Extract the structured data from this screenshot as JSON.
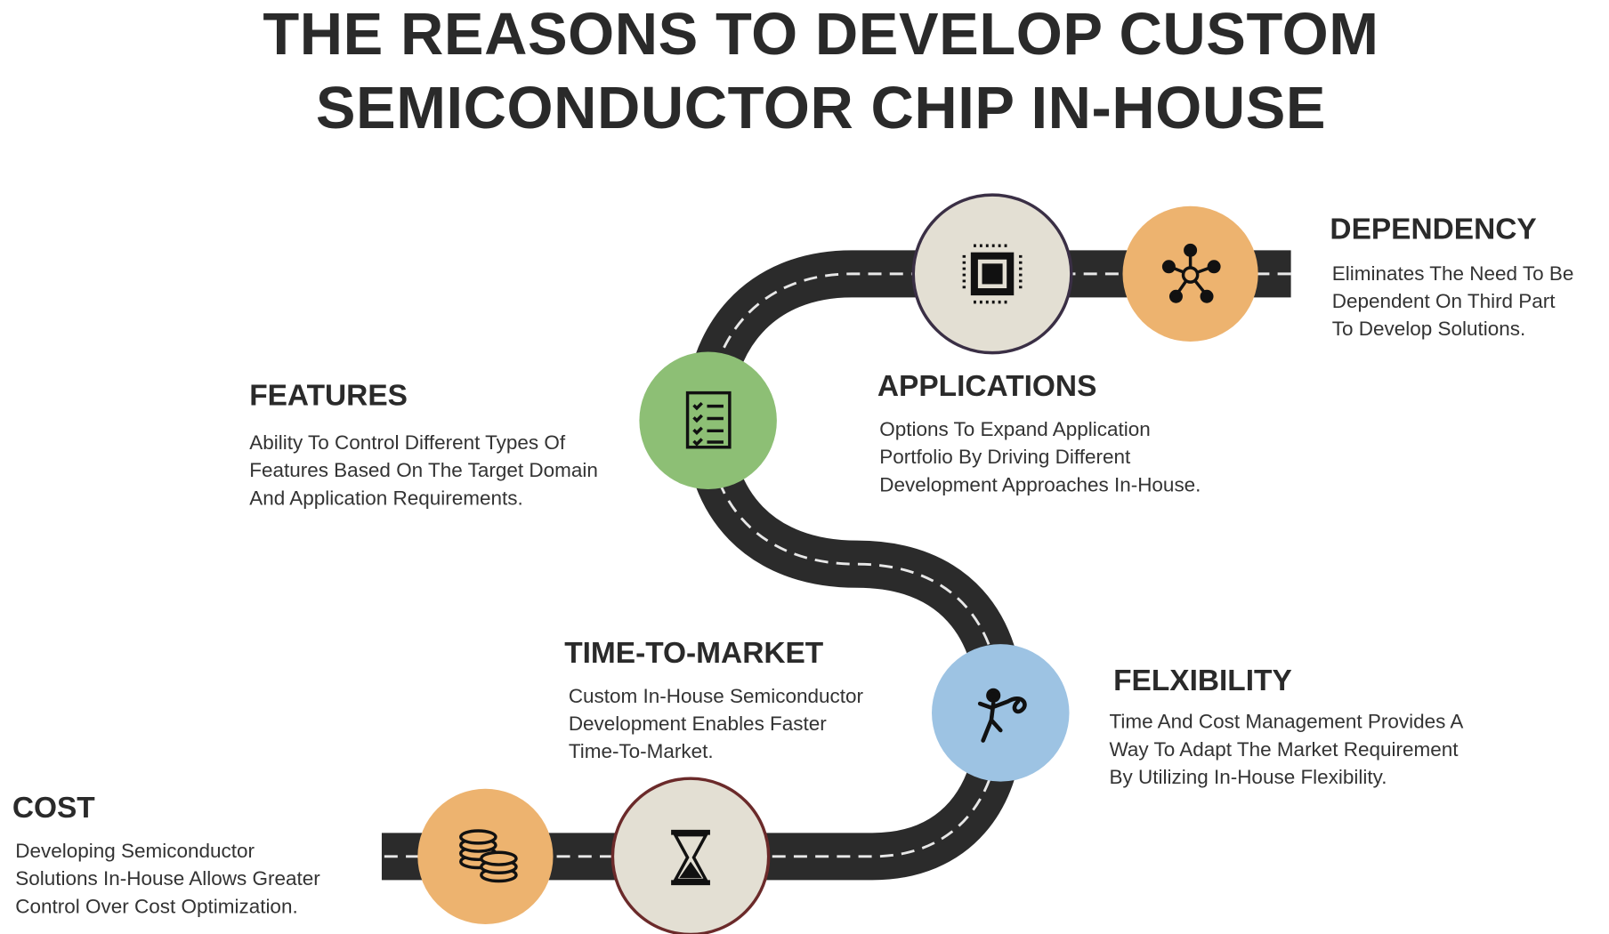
{
  "title": {
    "line1": "THE REASONS TO DEVELOP CUSTOM",
    "line2": "SEMICONDUCTOR CHIP IN-HOUSE"
  },
  "colors": {
    "road": "#2b2b2b",
    "orange": "#EDB36F",
    "green": "#8DBF75",
    "blue": "#9DC3E3",
    "beige": "#E3DFD3"
  },
  "items": [
    {
      "heading": "DEPENDENCY",
      "body": "Eliminates The Need To Be\nDependent On Third Part\nTo Develop Solutions.",
      "icon": "network-icon"
    },
    {
      "heading": "APPLICATIONS",
      "body": "Options To Expand Application\nPortfolio By Driving Different\nDevelopment Approaches In-House.",
      "icon": "chip-icon"
    },
    {
      "heading": "FEATURES",
      "body": "Ability To Control Different Types Of\nFeatures Based On The Target Domain\nAnd Application Requirements.",
      "icon": "checklist-icon"
    },
    {
      "heading": "TIME-TO-MARKET",
      "body": "Custom In-House Semiconductor\nDevelopment Enables Faster\nTime-To-Market.",
      "icon": "hourglass-icon"
    },
    {
      "heading": "FELXIBILITY",
      "body": "Time And Cost Management Provides A\nWay To Adapt The Market Requirement\nBy Utilizing In-House Flexibility.",
      "icon": "gymnast-icon"
    },
    {
      "heading": "COST",
      "body": "Developing Semiconductor\nSolutions In-House Allows Greater\nControl Over Cost Optimization.",
      "icon": "coins-icon"
    }
  ]
}
